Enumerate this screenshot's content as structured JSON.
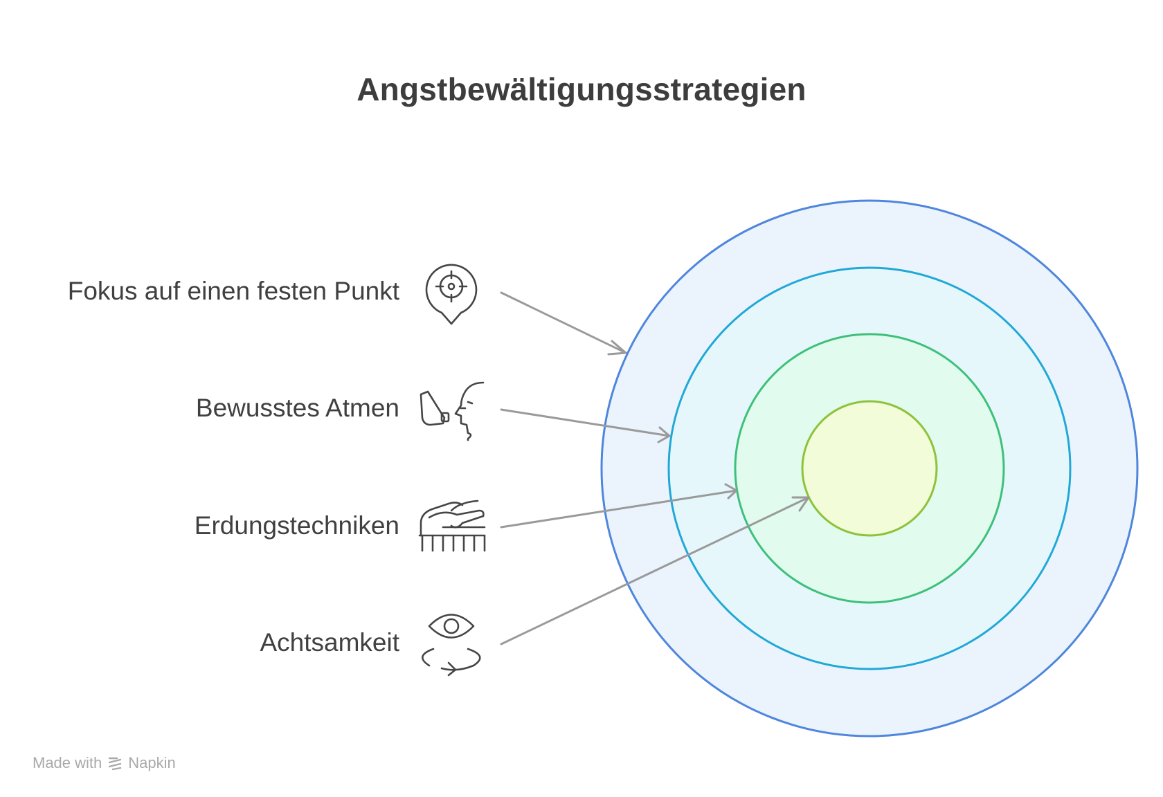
{
  "title": "Angstbewältigungsstrategien",
  "items": [
    {
      "label": "Fokus auf einen festen Punkt",
      "icon": "map-pin-target-icon",
      "target_ring": 0
    },
    {
      "label": "Bewusstes Atmen",
      "icon": "inhaler-face-icon",
      "target_ring": 1
    },
    {
      "label": "Erdungstechniken",
      "icon": "hand-on-ground-icon",
      "target_ring": 2
    },
    {
      "label": "Achtsamkeit",
      "icon": "eye-rotate-icon",
      "target_ring": 3
    }
  ],
  "rings": [
    {
      "fill": "#ebf4fd",
      "stroke": "#4f86dd"
    },
    {
      "fill": "#e6f7fc",
      "stroke": "#21a8d6"
    },
    {
      "fill": "#e1fbee",
      "stroke": "#3dc07a"
    },
    {
      "fill": "#f2fcd9",
      "stroke": "#8ec23a"
    }
  ],
  "watermark": {
    "made_with": "Made with",
    "brand": "Napkin"
  }
}
